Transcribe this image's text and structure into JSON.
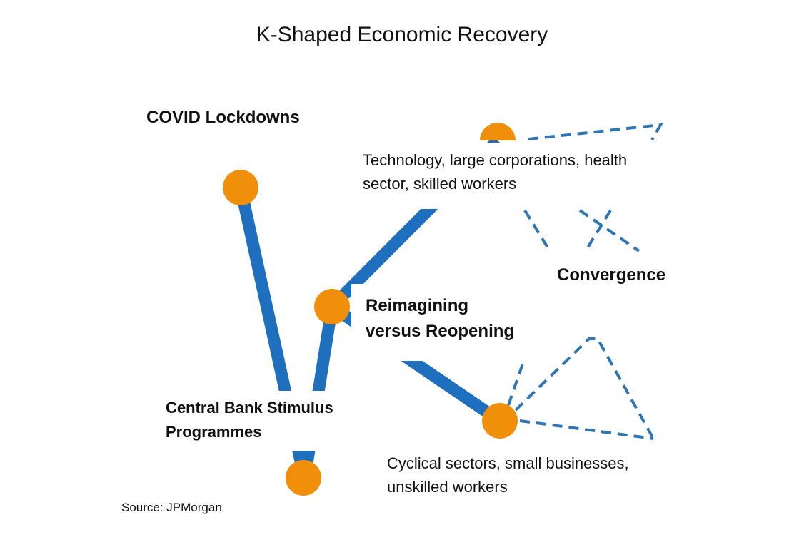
{
  "title": "K-Shaped Economic Recovery",
  "labels": {
    "covid": "COVID Lockdowns",
    "upper_line1": "Technology, large corporations, health",
    "upper_line2": "sector, skilled workers",
    "convergence": "Convergence",
    "reimagining_line1": "Reimagining",
    "reimagining_line2": "versus Reopening",
    "stimulus_line1": "Central Bank Stimulus",
    "stimulus_line2": "Programmes",
    "lower_line1": "Cyclical sectors, small businesses,",
    "lower_line2": "unskilled workers",
    "source": "Source: JPMorgan"
  },
  "colors": {
    "line": "#1f6fbf",
    "node": "#f0900a",
    "dashed": "#2e75b6"
  }
}
